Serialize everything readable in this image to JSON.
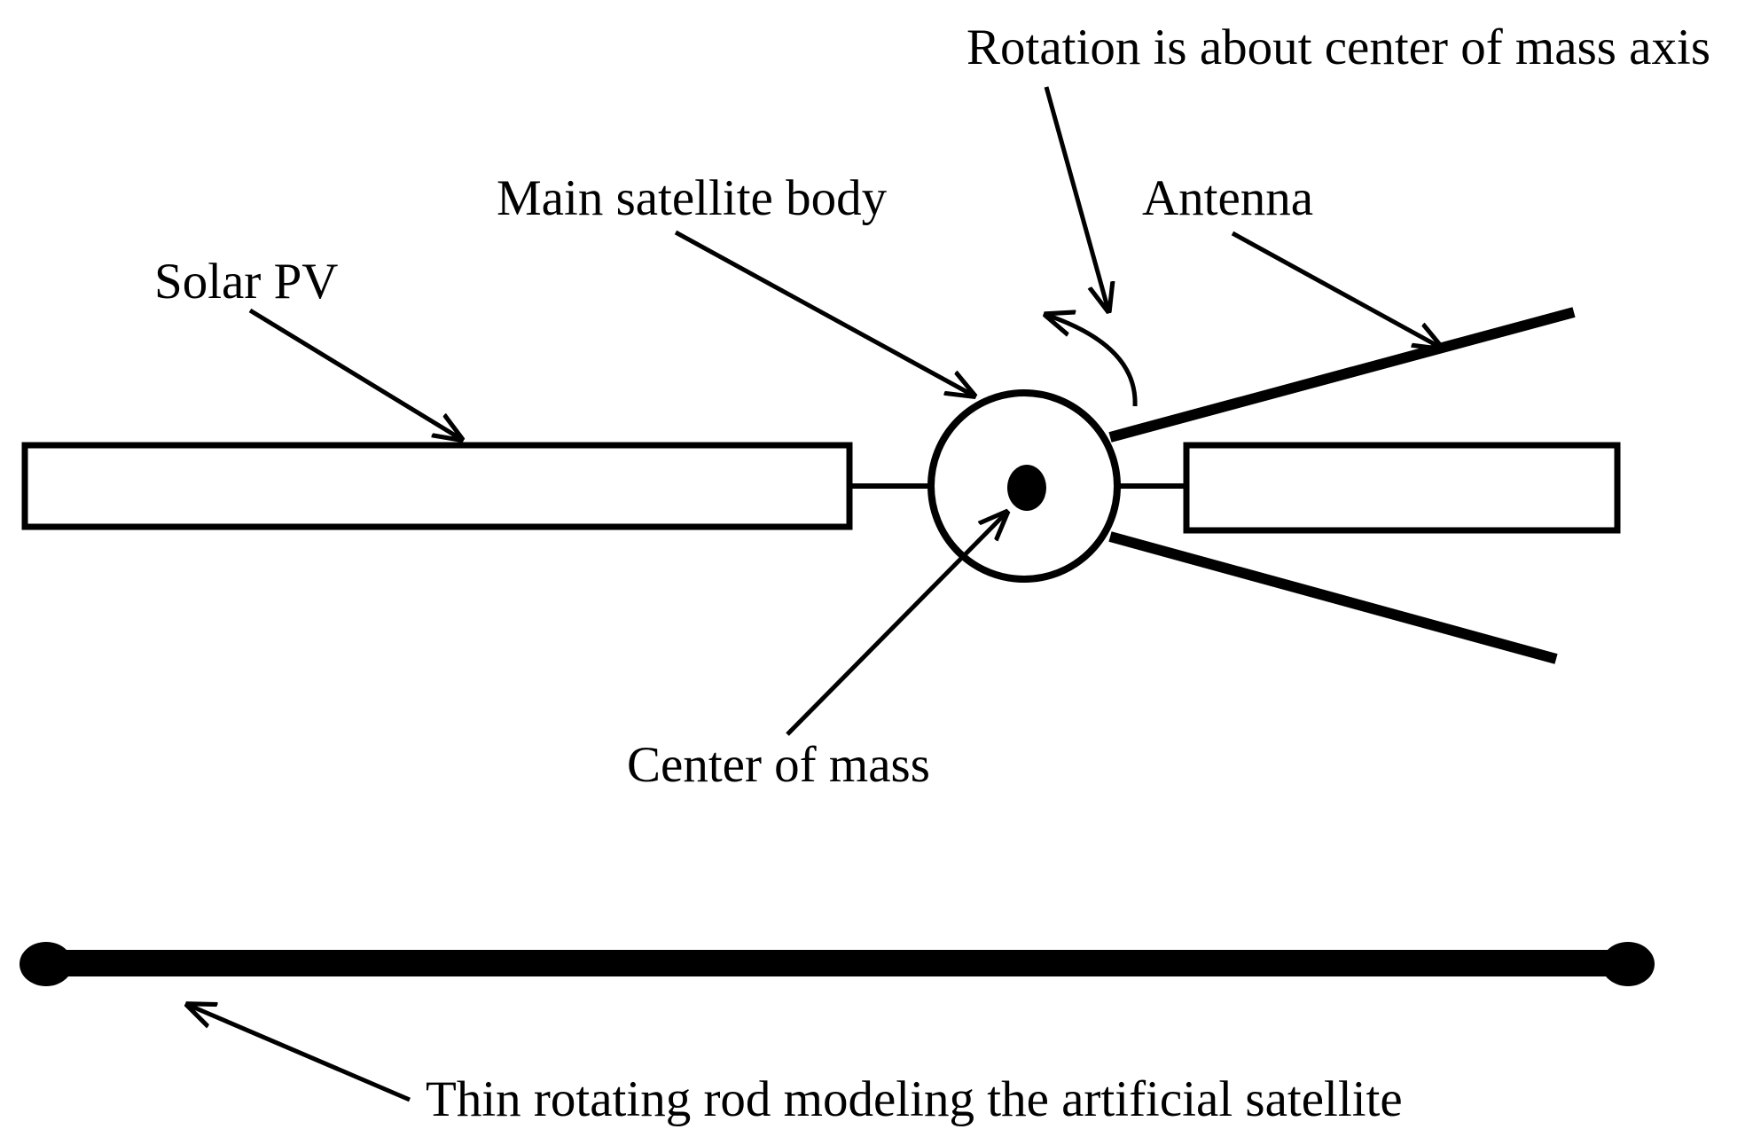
{
  "diagram": {
    "labels": {
      "rotation_axis": "Rotation is about center of mass axis",
      "main_body": "Main satellite body",
      "antenna": "Antenna",
      "solar_pv": "Solar PV",
      "center_of_mass": "Center of mass",
      "rod_model": "Thin rotating rod modeling the artificial satellite"
    },
    "colors": {
      "ink": "#000000",
      "background": "#ffffff"
    }
  }
}
